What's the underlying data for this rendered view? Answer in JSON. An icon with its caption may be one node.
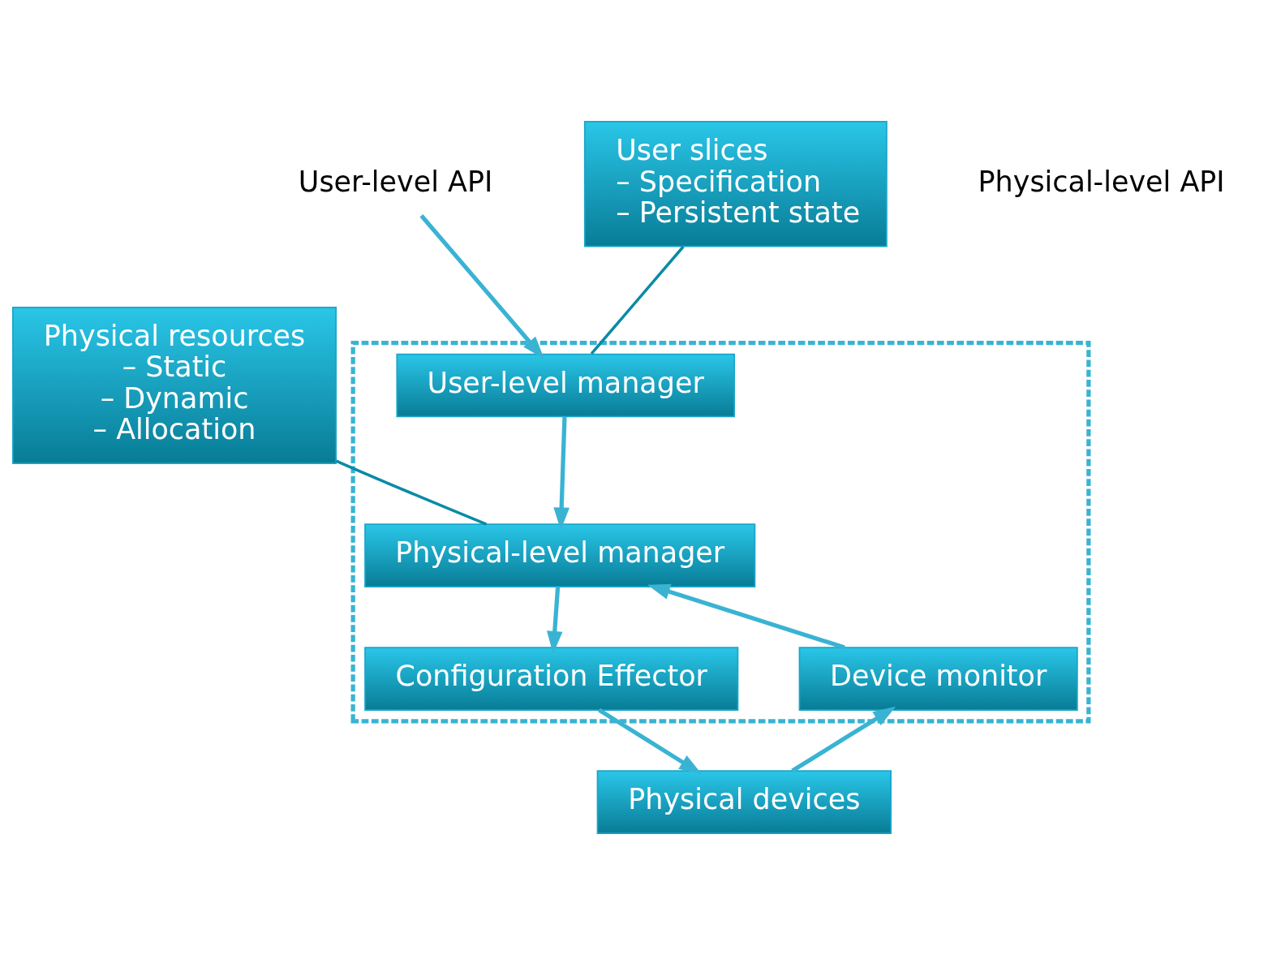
{
  "diagram": {
    "nodes": [
      {
        "text": [],
        "shape": "box"
      },
      {
        "text": [
          "User-level API"
        ]
      },
      {
        "text": [
          "User-level manager"
        ],
        "in": 0
      },
      {
        "text": [
          "Physical-level manager"
        ],
        "in": 0
      },
      {
        "text": [
          "Configuration Effector"
        ],
        "in": 0
      },
      {
        "text": [
          "Device monitor"
        ],
        "in": 0
      },
      {
        "text": [
          "Physical devices"
        ]
      },
      {
        "text": [
          "User slices",
          "– Specification",
          "– Persistent state"
        ]
      },
      {
        "text": [
          "Physical resources",
          "– Static",
          "– Dynamic",
          "– Allocation"
        ]
      }
    ],
    "edges": [
      {
        "from": 1,
        "to": 2,
        "arrow": "to"
      },
      {
        "from": 2,
        "to": 3,
        "arrow": "to"
      },
      {
        "from": 3,
        "to": 4,
        "arrow": "to"
      },
      {
        "from": 4,
        "to": 6,
        "arrow": "to"
      },
      {
        "from": 6,
        "to": 5,
        "arrow": "to"
      },
      {
        "from": 5,
        "to": 3,
        "arrow": "to"
      },
      {
        "from": 7,
        "to": 2,
        "arrow": "none"
      },
      {
        "from": 8,
        "to": 3,
        "arrow": "none"
      }
    ],
    "labels": [
      "Physical-level API"
    ]
  }
}
